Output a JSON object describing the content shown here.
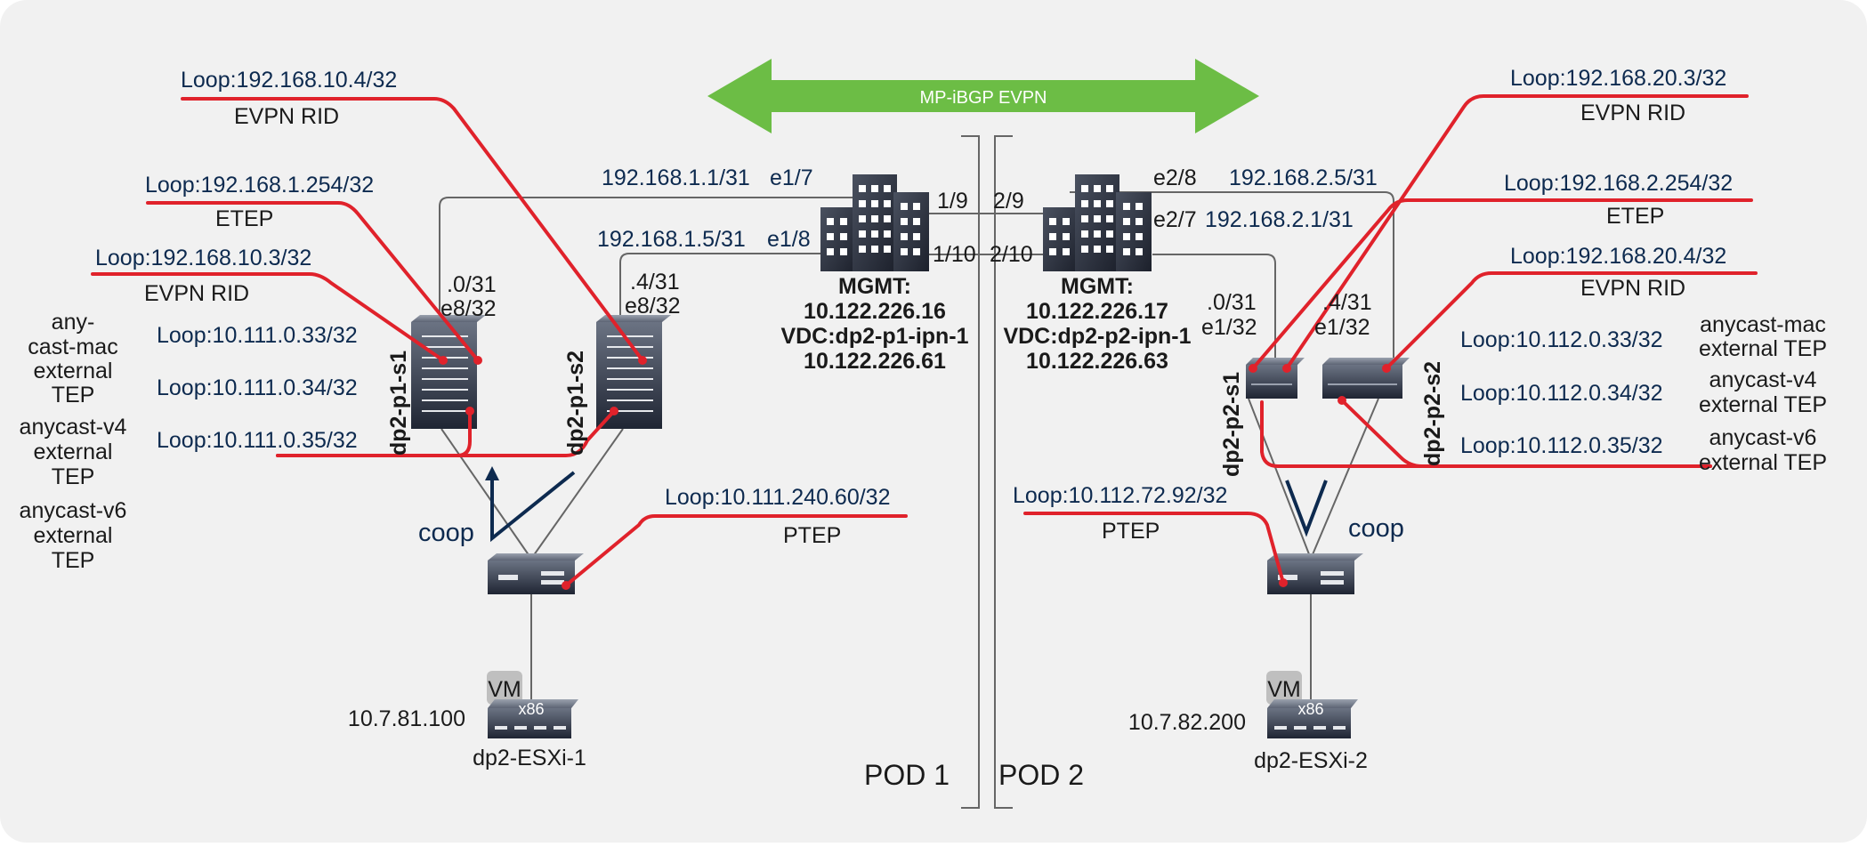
{
  "banner": "MP-iBGP EVPN",
  "pods": {
    "pod1": "POD 1",
    "pod2": "POD 2"
  },
  "pod1": {
    "loop_evpn_rid_1": "Loop:192.168.10.4/32",
    "evpn_rid_1": "EVPN RID",
    "loop_etep": "Loop:192.168.1.254/32",
    "etep": "ETEP",
    "loop_evpn_rid_2": "Loop:192.168.10.3/32",
    "evpn_rid_2": "EVPN RID",
    "loop_anycast_mac": "Loop:10.111.0.33/32",
    "loop_anycast_v4": "Loop:10.111.0.34/32",
    "loop_anycast_v6": "Loop:10.111.0.35/32",
    "anycast_mac_lines": [
      "any-",
      "cast-mac",
      "external",
      "TEP"
    ],
    "anycast_v4_lines": [
      "anycast-v4",
      "external",
      "TEP"
    ],
    "anycast_v6_lines": [
      "anycast-v6",
      "external",
      "TEP"
    ],
    "ipn_link1": "192.168.1.1/31",
    "ipn_if1": "e1/7",
    "ipn_link2": "192.168.1.5/31",
    "ipn_if2": "e1/8",
    "s1_addr": ".0/31",
    "s1_if": "e8/32",
    "s2_addr": ".4/31",
    "s2_if": "e8/32",
    "spine1": "dp2-p1-s1",
    "spine2": "dp2-p1-s2",
    "loop_ptep": "Loop:10.111.240.60/32",
    "ptep": "PTEP",
    "coop": "coop",
    "vm": "VM",
    "x86": "x86",
    "host_ip": "10.7.81.100",
    "host_name": "dp2-ESXi-1",
    "ipn_mgmt_label": "MGMT:",
    "ipn_mgmt_ip": "10.122.226.16",
    "ipn_vdc": "VDC:dp2-p1-ipn-1",
    "ipn_vdc_ip": "10.122.226.61",
    "ipn_port_a": "1/9",
    "ipn_port_b": "1/10"
  },
  "pod2": {
    "loop_evpn_rid_1": "Loop:192.168.20.3/32",
    "evpn_rid_1": "EVPN RID",
    "loop_etep": "Loop:192.168.2.254/32",
    "etep": "ETEP",
    "loop_evpn_rid_2": "Loop:192.168.20.4/32",
    "evpn_rid_2": "EVPN RID",
    "loop_anycast_mac": "Loop:10.112.0.33/32",
    "loop_anycast_v4": "Loop:10.112.0.34/32",
    "loop_anycast_v6": "Loop:10.112.0.35/32",
    "anycast_mac_lines": [
      "anycast-mac",
      "external TEP"
    ],
    "anycast_v4_lines": [
      "anycast-v4",
      "external TEP"
    ],
    "anycast_v6_lines": [
      "anycast-v6",
      "external TEP"
    ],
    "ipn_link1": "192.168.2.5/31",
    "ipn_if1": "e2/8",
    "ipn_link2": "192.168.2.1/31",
    "ipn_if2": "e2/7",
    "s1_addr": ".0/31",
    "s1_if": "e1/32",
    "s2_addr": ".4/31",
    "s2_if": "e1/32",
    "spine1": "dp2-p2-s1",
    "spine2": "dp2-p2-s2",
    "loop_ptep": "Loop:10.112.72.92/32",
    "ptep": "PTEP",
    "coop": "coop",
    "vm": "VM",
    "x86": "x86",
    "host_ip": "10.7.82.200",
    "host_name": "dp2-ESXi-2",
    "ipn_mgmt_label": "MGMT:",
    "ipn_mgmt_ip": "10.122.226.17",
    "ipn_vdc": "VDC:dp2-p2-ipn-1",
    "ipn_vdc_ip": "10.122.226.63",
    "ipn_port_a": "2/9",
    "ipn_port_b": "2/10"
  },
  "colors": {
    "background": "#f1f1f1",
    "banner_arrow": "#6cbd45",
    "link_red": "#e0222b",
    "label_blue": "#0d2a4f",
    "device_dark": "#1f2533"
  }
}
